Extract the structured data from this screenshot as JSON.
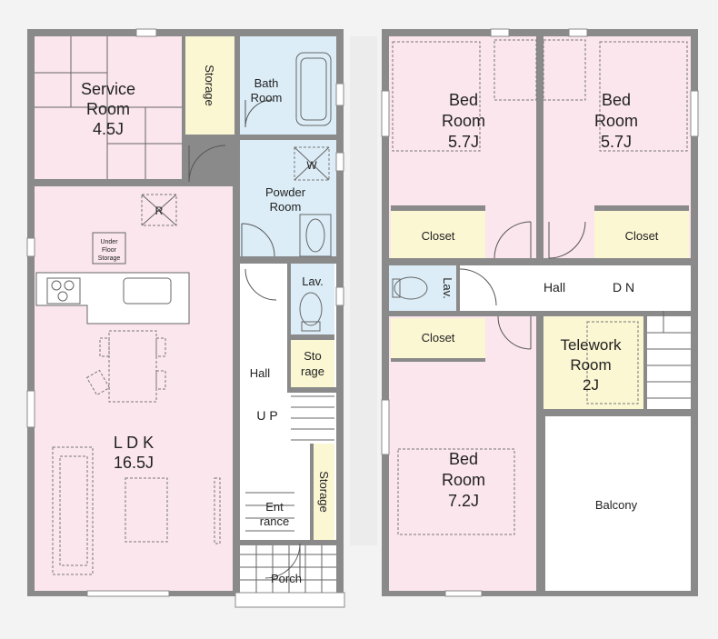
{
  "first_floor": {
    "service_room": {
      "name_line1": "Service",
      "name_line2": "Room",
      "size": "4.5J"
    },
    "storage_top": "Storage",
    "bath": {
      "line1": "Bath",
      "line2": "Room"
    },
    "powder": {
      "line1": "Powder",
      "line2": "Room",
      "washer_mark": "W"
    },
    "fridge_mark": "R",
    "underfloor": {
      "line1": "Under",
      "line2": "Floor",
      "line3": "Storage"
    },
    "lav": "Lav.",
    "storage_small": {
      "line1": "Sto",
      "line2": "rage"
    },
    "hall": "Hall",
    "up": "U P",
    "ldk": {
      "name": "L D K",
      "size": "16.5J"
    },
    "storage_side": "Storage",
    "entrance": {
      "line1": "Ent",
      "line2": "rance"
    },
    "porch": "Porch"
  },
  "second_floor": {
    "bed_left": {
      "line1": "Bed",
      "line2": "Room",
      "size": "5.7J"
    },
    "bed_right": {
      "line1": "Bed",
      "line2": "Room",
      "size": "5.7J"
    },
    "closet_left": "Closet",
    "closet_right": "Closet",
    "lav": "Lav.",
    "hall": "Hall",
    "dn": "D N",
    "closet_mid": "Closet",
    "telework": {
      "line1": "Telework",
      "line2": "Room",
      "size": "2J"
    },
    "bed_main": {
      "line1": "Bed",
      "line2": "Room",
      "size": "7.2J"
    },
    "balcony": "Balcony"
  }
}
